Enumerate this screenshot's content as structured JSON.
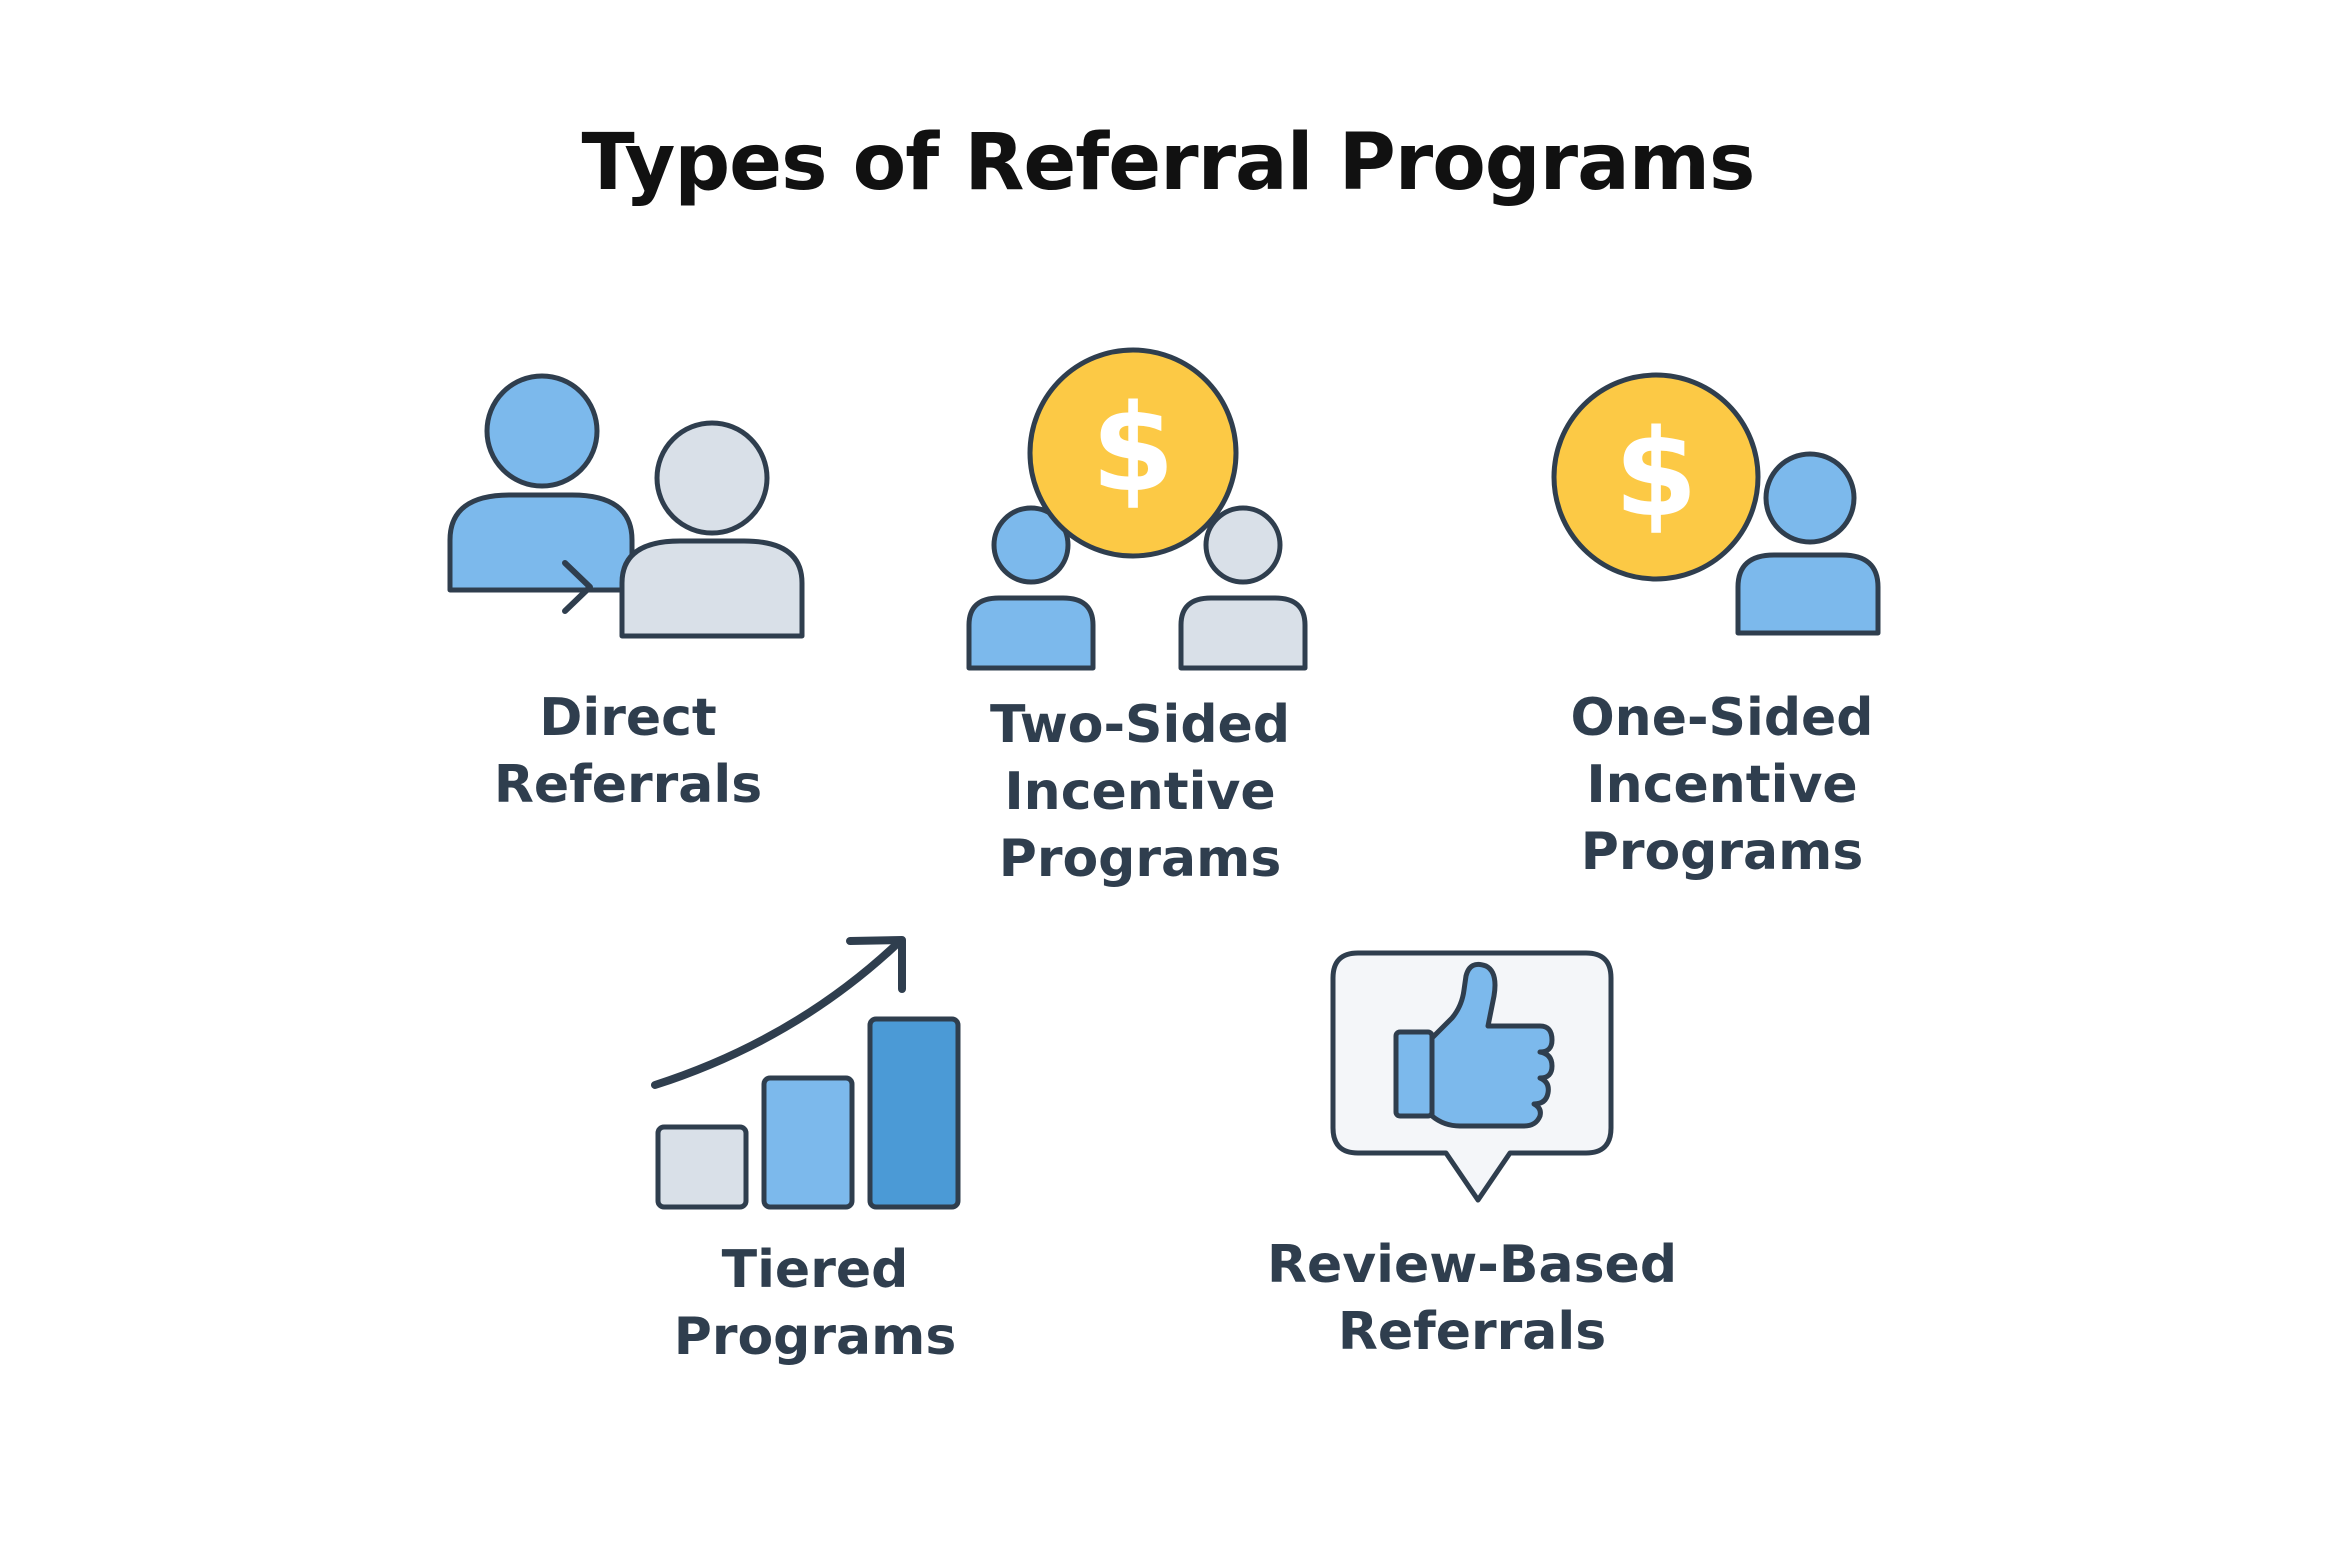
{
  "title": "Types of Referral Programs",
  "colors": {
    "blue": "#7cb9ec",
    "dark_blue": "#4b9ad6",
    "gray": "#d9e0e8",
    "gold": "#fcc945",
    "outline": "#2f3e4e",
    "text": "#2f3e4e",
    "dollar_text": "#ffffff"
  },
  "icons": {
    "currency_symbol": "$"
  },
  "items": [
    {
      "id": "direct",
      "icon": "two-people-arrow-icon",
      "label_lines": [
        "Direct",
        "Referrals"
      ]
    },
    {
      "id": "two-sided",
      "icon": "coin-between-two-people-icon",
      "label_lines": [
        "Two-Sided",
        "Incentive",
        "Programs"
      ]
    },
    {
      "id": "one-sided",
      "icon": "coin-and-person-icon",
      "label_lines": [
        "One-Sided",
        "Incentive",
        "Programs"
      ]
    },
    {
      "id": "tiered",
      "icon": "rising-bar-chart-icon",
      "label_lines": [
        "Tiered",
        "Programs"
      ]
    },
    {
      "id": "review",
      "icon": "thumbs-up-speech-bubble-icon",
      "label_lines": [
        "Review-Based",
        "Referrals"
      ]
    }
  ]
}
